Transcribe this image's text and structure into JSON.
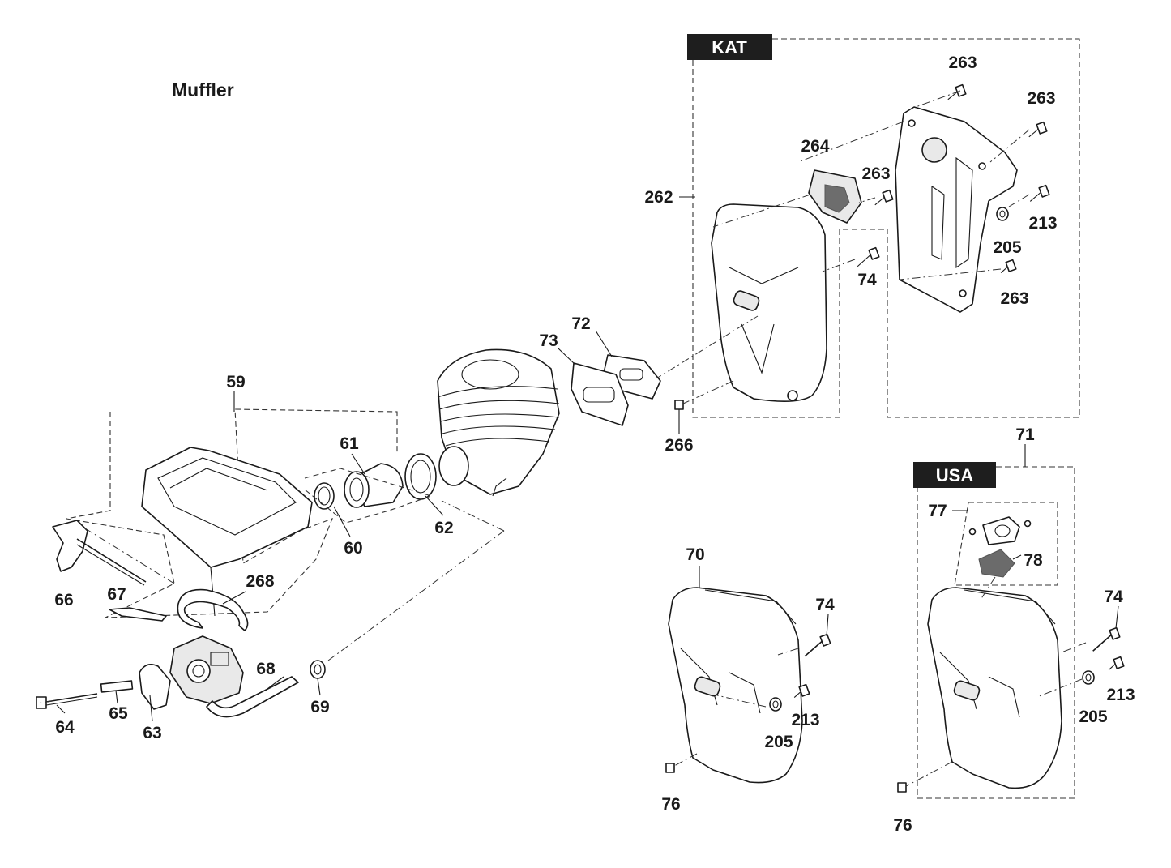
{
  "title": "Muffler",
  "badges": {
    "kat": "KAT",
    "usa": "USA"
  },
  "colors": {
    "badge_bg": "#1e1e1e",
    "line": "#1a1a1a",
    "background": "#ffffff"
  },
  "labels": {
    "l59": "59",
    "l60": "60",
    "l61": "61",
    "l62": "62",
    "l63": "63",
    "l64": "64",
    "l65": "65",
    "l66": "66",
    "l67": "67",
    "l68": "68",
    "l69": "69",
    "l70": "70",
    "l71": "71",
    "l72": "72",
    "l73": "73",
    "l74a": "74",
    "l74b": "74",
    "l74c": "74",
    "l76a": "76",
    "l76b": "76",
    "l77": "77",
    "l78": "78",
    "l205a": "205",
    "l205b": "205",
    "l205c": "205",
    "l213a": "213",
    "l213b": "213",
    "l213c": "213",
    "l262": "262",
    "l263a": "263",
    "l263b": "263",
    "l263c": "263",
    "l263d": "263",
    "l264": "264",
    "l266": "266",
    "l268": "268"
  }
}
